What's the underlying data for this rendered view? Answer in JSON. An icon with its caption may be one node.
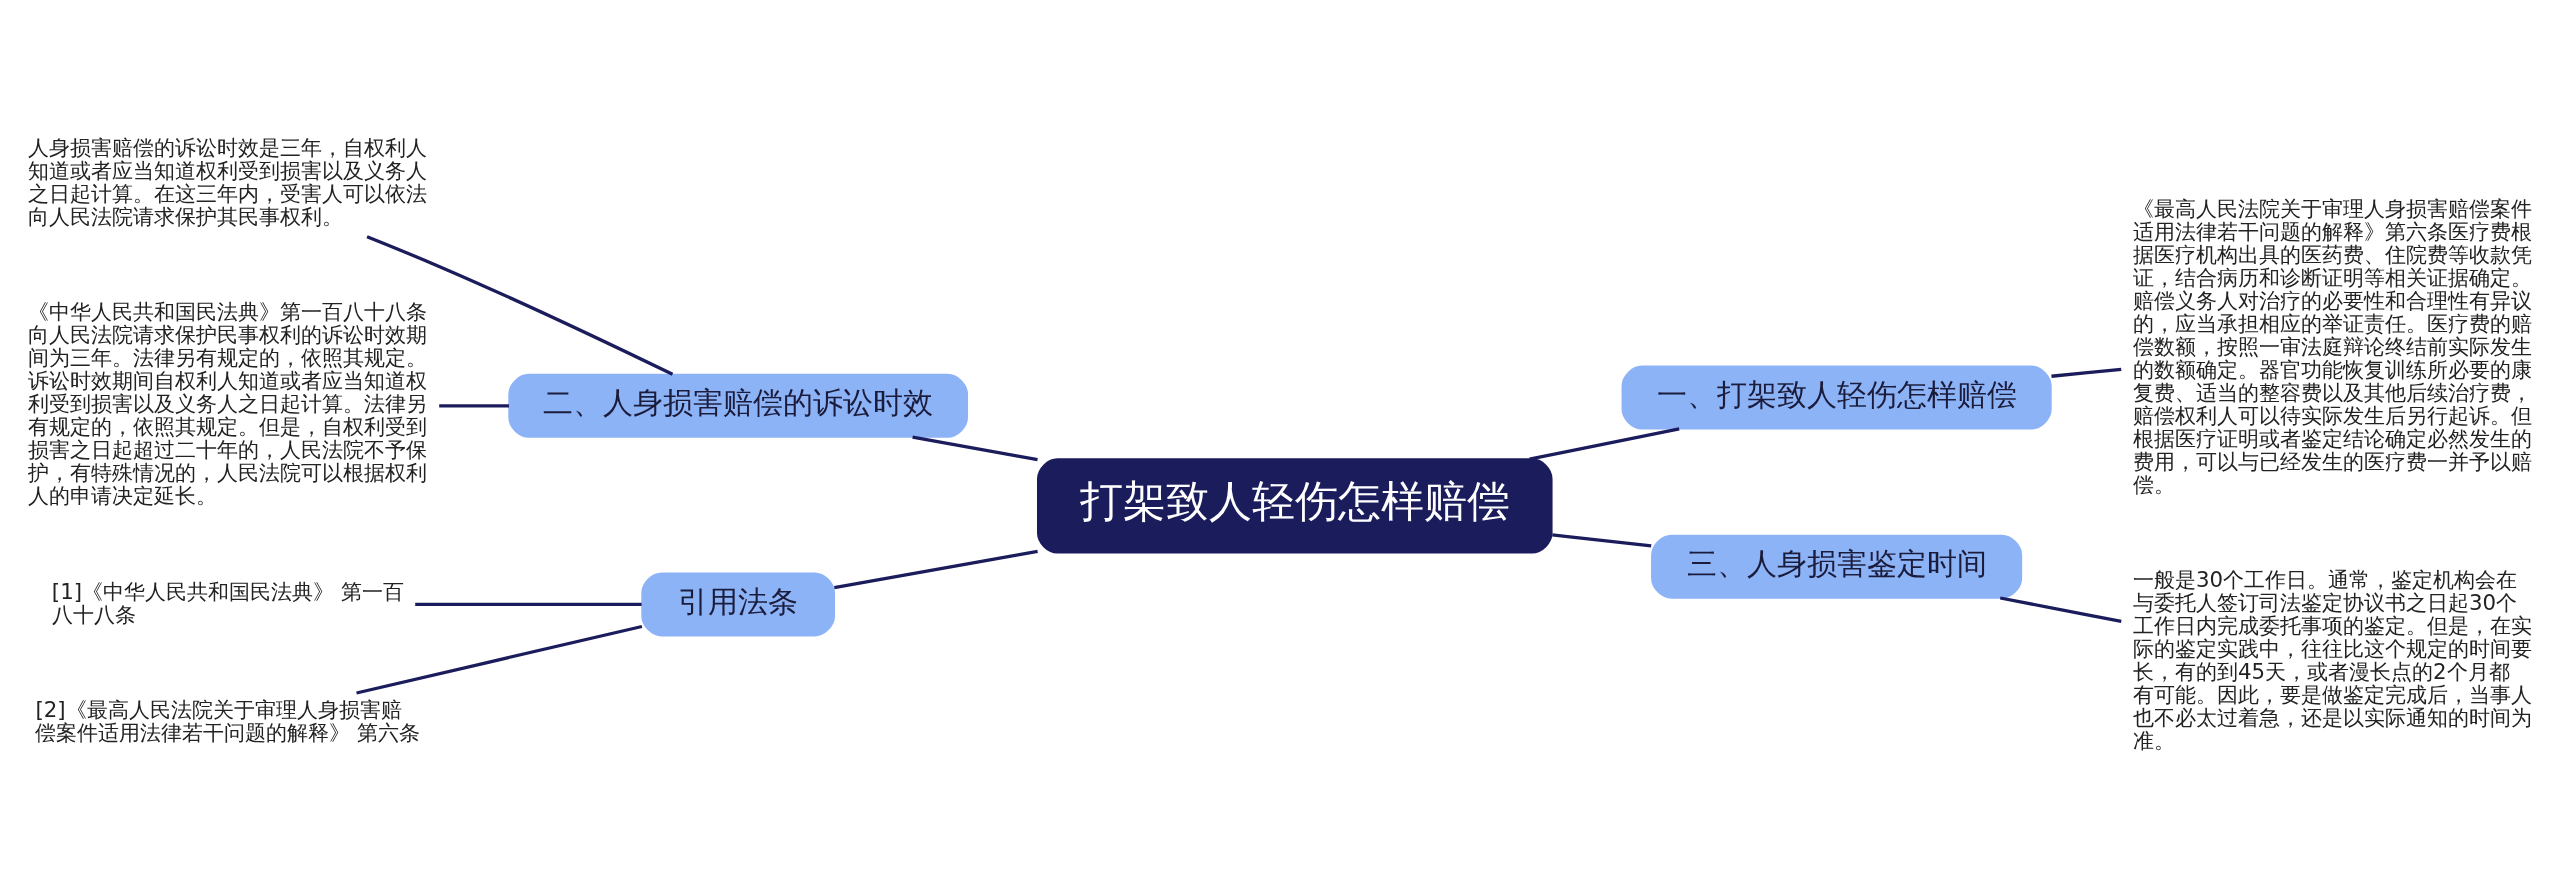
{
  "diagram": {
    "nodes": [
      {
        "text": [
          "打架致人轻伤怎样赔偿"
        ]
      },
      {
        "text": [
          "一、打架致人轻伤怎样赔偿"
        ]
      },
      {
        "text": [
          "《最高人民法院关于审理人身损害赔偿案件适用法律若干问题的解释》第六条医疗费根据医疗机构出具的医药费、住院费等收款凭证，结合病历和诊断证明等相关证据确定。赔偿义务人对治疗的必要性和合理性有异议的，应当承担相应的举证责任。医疗费的赔偿数额，按照一审法庭辩论终结前实际发生的数额确定。器官功能恢复训练所必要的康复费、适当的整容费以及其他后续治疗费，赔偿权利人可以待实际发生后另行起诉。但根据医疗证明或者鉴定结论确定必然发生的费用，可以与已经发生的医疗费一并予以赔偿。"
        ]
      },
      {
        "text": [
          "二、人身损害赔偿的诉讼时效"
        ]
      },
      {
        "text": [
          "人身损害赔偿的诉讼时效是三年，自权利人知道或者应当知道权利受到损害以及义务人之日起计算。在这三年内，受害人可以依法向人民法院请求保护其民事权利。"
        ]
      },
      {
        "text": [
          "《中华人民共和国民法典》第一百八十八条向人民法院请求保护民事权利的诉讼时效期间为三年。法律另有规定的，依照其规定。诉讼时效期间自权利人知道或者应当知道权利受到损害以及义务人之日起计算。法律另有规定的，依照其规定。但是，自权利受到损害之日起超过二十年的，人民法院不予保护，有特殊情况的，人民法院可以根据权利人的申请决定延长。"
        ]
      },
      {
        "text": [
          "三、人身损害鉴定时间"
        ]
      },
      {
        "text": [
          "一般是30个工作日。通常，鉴定机构会在与委托人签订司法鉴定协议书之日起30个工作日内完成委托事项的鉴定。但是，在实际的鉴定实践中，往往比这个规定的时间要长，有的到45天，或者漫长点的2个月都有可能。因此，要是做鉴定完成后，当事人也不必太过着急，还是以实际通知的时间为准。"
        ]
      },
      {
        "text": [
          "引用法条"
        ]
      },
      {
        "text": [
          "[1]《中华人民共和国民法典》 第一百八十八条"
        ]
      },
      {
        "text": [
          "[2]《最高人民法院关于审理人身损害赔偿案件适用法律若干问题的解释》 第六条"
        ]
      }
    ],
    "edges": [
      {
        "from": 0,
        "to": 1,
        "arrow": "none"
      },
      {
        "from": 1,
        "to": 2,
        "arrow": "none"
      },
      {
        "from": 0,
        "to": 3,
        "arrow": "none"
      },
      {
        "from": 3,
        "to": 4,
        "arrow": "none"
      },
      {
        "from": 3,
        "to": 5,
        "arrow": "none"
      },
      {
        "from": 0,
        "to": 6,
        "arrow": "none"
      },
      {
        "from": 6,
        "to": 7,
        "arrow": "none"
      },
      {
        "from": 0,
        "to": 8,
        "arrow": "none"
      },
      {
        "from": 8,
        "to": 9,
        "arrow": "none"
      },
      {
        "from": 8,
        "to": 10,
        "arrow": "none"
      }
    ]
  }
}
